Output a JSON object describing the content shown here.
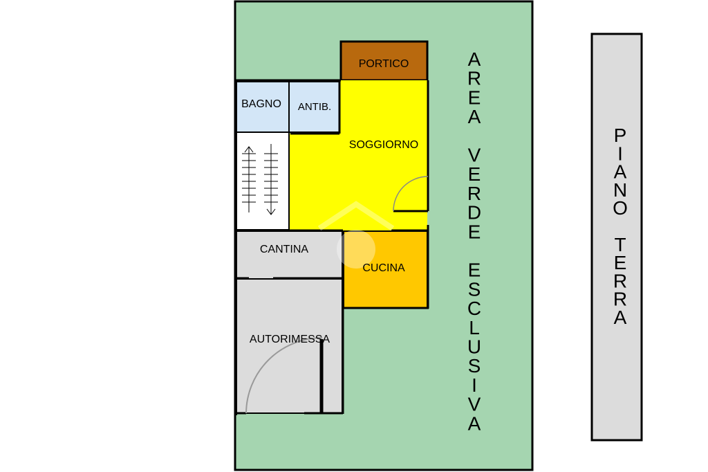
{
  "rooms": {
    "portico": "PORTICO",
    "bagno": "BAGNO",
    "antibagno": "ANTIB.",
    "soggiorno": "SOGGIORNO",
    "cantina": "CANTINA",
    "cucina": "CUCINA",
    "autorimessa": "AUTORIMESSA"
  },
  "garden_label": [
    "A",
    "R",
    "E",
    "A",
    "",
    "V",
    "E",
    "R",
    "D",
    "E",
    "",
    "E",
    "S",
    "C",
    "L",
    "U",
    "S",
    "I",
    "V",
    "A"
  ],
  "floor_label": [
    "P",
    "I",
    "A",
    "N",
    "O",
    "",
    "T",
    "E",
    "R",
    "R",
    "A"
  ],
  "colors": {
    "garden": "#a5d5b0",
    "portico": "#b8690e",
    "bagno": "#d3e6f7",
    "soggiorno": "#ffff00",
    "cucina": "#ffc800",
    "service": "#dcdcdc",
    "stairs": "#ffffff",
    "walls": "#000000"
  }
}
